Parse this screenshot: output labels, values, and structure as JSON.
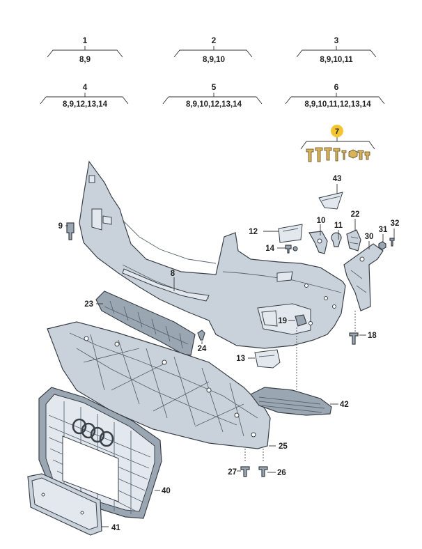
{
  "groups": [
    {
      "num": "1",
      "refs": "8,9"
    },
    {
      "num": "2",
      "refs": "8,9,10"
    },
    {
      "num": "3",
      "refs": "8,9,10,11"
    },
    {
      "num": "4",
      "refs": "8,9,12,13,14"
    },
    {
      "num": "5",
      "refs": "8,9,10,12,13,14"
    },
    {
      "num": "6",
      "refs": "8,9,10,11,12,13,14"
    }
  ],
  "kit": {
    "num": "7",
    "highlight_color": "#f2c531"
  },
  "callouts": {
    "c8": "8",
    "c9": "9",
    "c10": "10",
    "c11": "11",
    "c12": "12",
    "c13": "13",
    "c14": "14",
    "c18": "18",
    "c19": "19",
    "c22": "22",
    "c23": "23",
    "c24": "24",
    "c25": "25",
    "c26": "26",
    "c27": "27",
    "c30": "30",
    "c31": "31",
    "c32": "32",
    "c40": "40",
    "c41": "41",
    "c42": "42",
    "c43": "43"
  },
  "colors": {
    "part_fill": "#c9d2db",
    "outline": "#3a4048",
    "text": "#222222"
  }
}
